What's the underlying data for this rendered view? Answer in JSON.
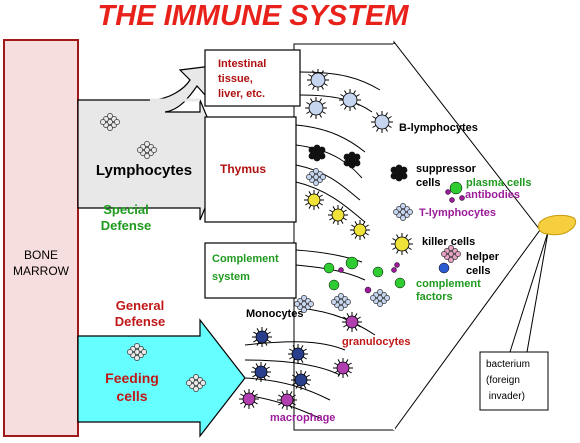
{
  "title": "THE IMMUNE SYSTEM",
  "boxes": {
    "bone_marrow_line1": "BONE",
    "bone_marrow_line2": "MARROW",
    "intestinal": [
      "Intestinal",
      "tissue,",
      "liver, etc."
    ],
    "thymus": "Thymus",
    "complement": [
      "Complement",
      "system"
    ],
    "bacterium": [
      "bacterium",
      "(foreign",
      " invader)"
    ]
  },
  "arrows": {
    "lymphocytes": "Lymphocytes",
    "feeding": [
      "Feeding",
      "cells"
    ]
  },
  "defense": {
    "special": [
      "Special",
      "Defense"
    ],
    "general": [
      "General",
      "Defense"
    ]
  },
  "cells": {
    "b_lymphocytes": "B-lymphocytes",
    "suppressor": [
      "suppressor",
      "cells"
    ],
    "plasma_cells": "plasma cells",
    "antibodies": "antibodies",
    "t_lymphocytes": "T-lymphocytes",
    "killer_cells": "killer cells",
    "helper_cells": [
      "helper",
      "cells"
    ],
    "complement_factors": [
      "complement",
      "factors"
    ],
    "monocytes": "Monocytes",
    "granulocytes": "granulocytes",
    "macrophage": "macrophage"
  },
  "colors": {
    "title": "#e8211b",
    "dark_red": "#b01010",
    "green": "#1f9a1f",
    "magenta": "#9b1b9b",
    "cyan_arrow": "#66ffff",
    "box_border": "#a01818",
    "bone_fill": "#f7dede",
    "bacterium": "#f5cf3d",
    "light_blue_cell": "#c6d6f0",
    "yellow_cell": "#efe33a",
    "navy_cell": "#2a3f8c",
    "purple_cell": "#b03fb0",
    "pink_cell": "#e6a3c3",
    "green_dot": "#2ecc30",
    "blue_dot": "#2b5bd0"
  }
}
